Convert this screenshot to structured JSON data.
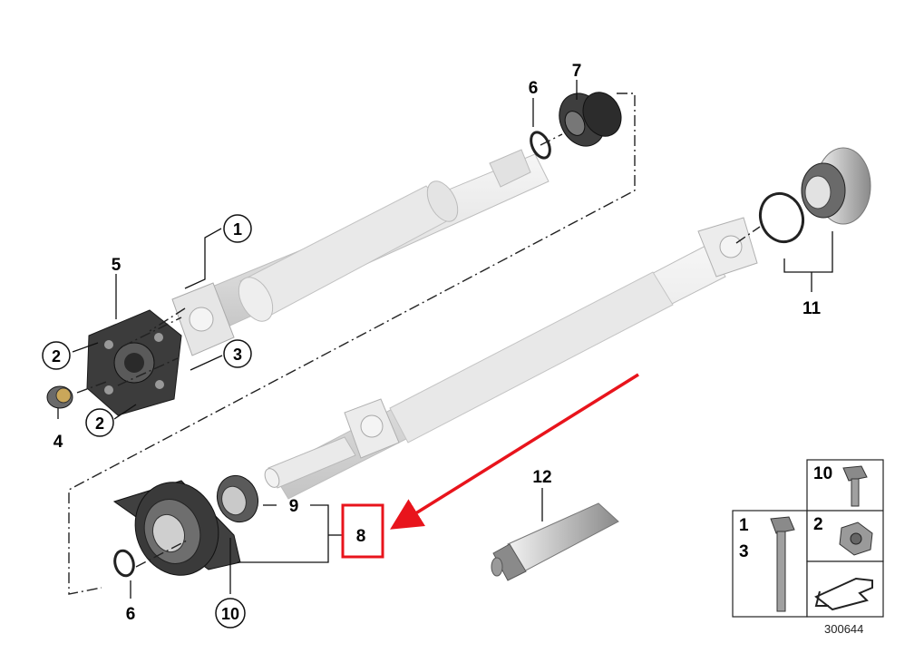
{
  "labels": {
    "p1": "1",
    "p2a": "2",
    "p2b": "2",
    "p3": "3",
    "p4": "4",
    "p5": "5",
    "p6a": "6",
    "p6b": "6",
    "p7": "7",
    "p8": "8",
    "p9": "9",
    "p10a": "10",
    "p11": "11",
    "p12": "12"
  },
  "legend": {
    "item10": "10",
    "item1": "1",
    "item3": "3",
    "item2": "2",
    "reference": "300644"
  },
  "colors": {
    "highlight": "#e8141c"
  }
}
